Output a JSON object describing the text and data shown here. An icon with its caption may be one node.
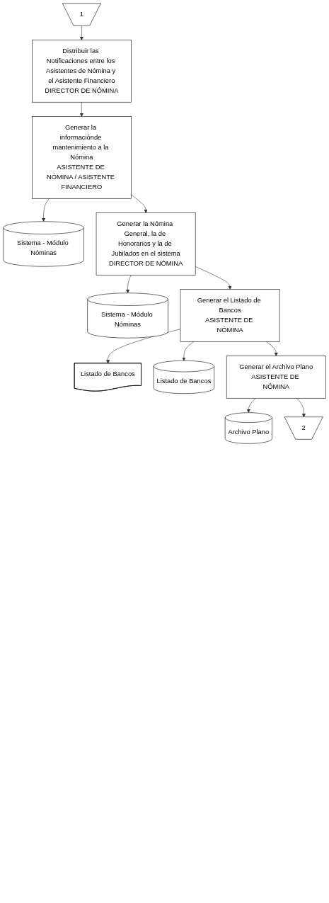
{
  "diagram": {
    "nodes": [
      {
        "text": [
          "1"
        ]
      },
      {
        "text": [
          "Distribuir las Notificaciones entre los Asistentes de Nómina y el Asistente Financiero",
          "DIRECTOR DE NÓMINA"
        ]
      },
      {
        "text": [
          "Generar la informaciónde mantenimiento a la Nómina",
          "ASISTENTE DE NÓMINA / ASISTENTE FINANCIERO"
        ]
      },
      {
        "text": [
          "Sistema - Módulo Nóminas"
        ]
      },
      {
        "text": [
          "Generar la Nómina General, la de Honorarios y la de Jubilados en el sistema",
          "DIRECTOR DE NÓMINA"
        ]
      },
      {
        "text": [
          "Sistema - Módulo Nóminas"
        ]
      },
      {
        "text": [
          "Generar el Listado de Bancos",
          "ASISTENTE DE NÓMINA"
        ]
      },
      {
        "text": [
          "Listado de Bancos"
        ]
      },
      {
        "text": [
          "Listado de Bancos"
        ]
      },
      {
        "text": [
          "Generar el Archivo Plano",
          "ASISTENTE DE NÓMINA"
        ]
      },
      {
        "text": [
          "Archivo Plano"
        ]
      },
      {
        "text": [
          "2"
        ]
      }
    ],
    "edges": [
      {
        "from": 0,
        "to": 1,
        "arrow": "to"
      },
      {
        "from": 1,
        "to": 2,
        "arrow": "to"
      },
      {
        "from": 2,
        "to": 3,
        "arrow": "to"
      },
      {
        "from": 2,
        "to": 4,
        "arrow": "to"
      },
      {
        "from": 4,
        "to": 5,
        "arrow": "to"
      },
      {
        "from": 4,
        "to": 6,
        "arrow": "to"
      },
      {
        "from": 6,
        "to": 7,
        "arrow": "to"
      },
      {
        "from": 6,
        "to": 8,
        "arrow": "to"
      },
      {
        "from": 6,
        "to": 9,
        "arrow": "to"
      },
      {
        "from": 9,
        "to": 10,
        "arrow": "to"
      },
      {
        "from": 9,
        "to": 11,
        "arrow": "to"
      }
    ]
  }
}
